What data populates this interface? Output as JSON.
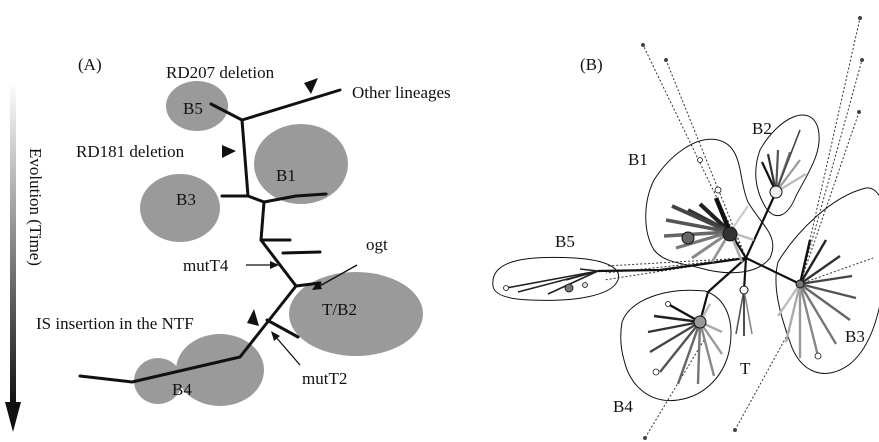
{
  "panel_a": {
    "label": "(A)",
    "axis_label": "Evolution (Time)",
    "events": {
      "rd207": "RD207 deletion",
      "other": "Other lineages",
      "rd181": "RD181 deletion",
      "ogt": "ogt",
      "mutT4": "mutT4",
      "is_insertion": "IS insertion in the NTF",
      "mutT2": "mutT2"
    },
    "groups": {
      "b5": "B5",
      "b1": "B1",
      "b3": "B3",
      "tb2": "T/B2",
      "b4": "B4"
    }
  },
  "panel_b": {
    "label": "(B)",
    "groups": {
      "b1": "B1",
      "b2": "B2",
      "b3": "B3",
      "b4": "B4",
      "b5": "B5",
      "t": "T"
    }
  },
  "colors": {
    "blob": "#9a9a9a",
    "line": "#111111",
    "gradient_top": "#ffffff",
    "gradient_bottom": "#111111"
  }
}
